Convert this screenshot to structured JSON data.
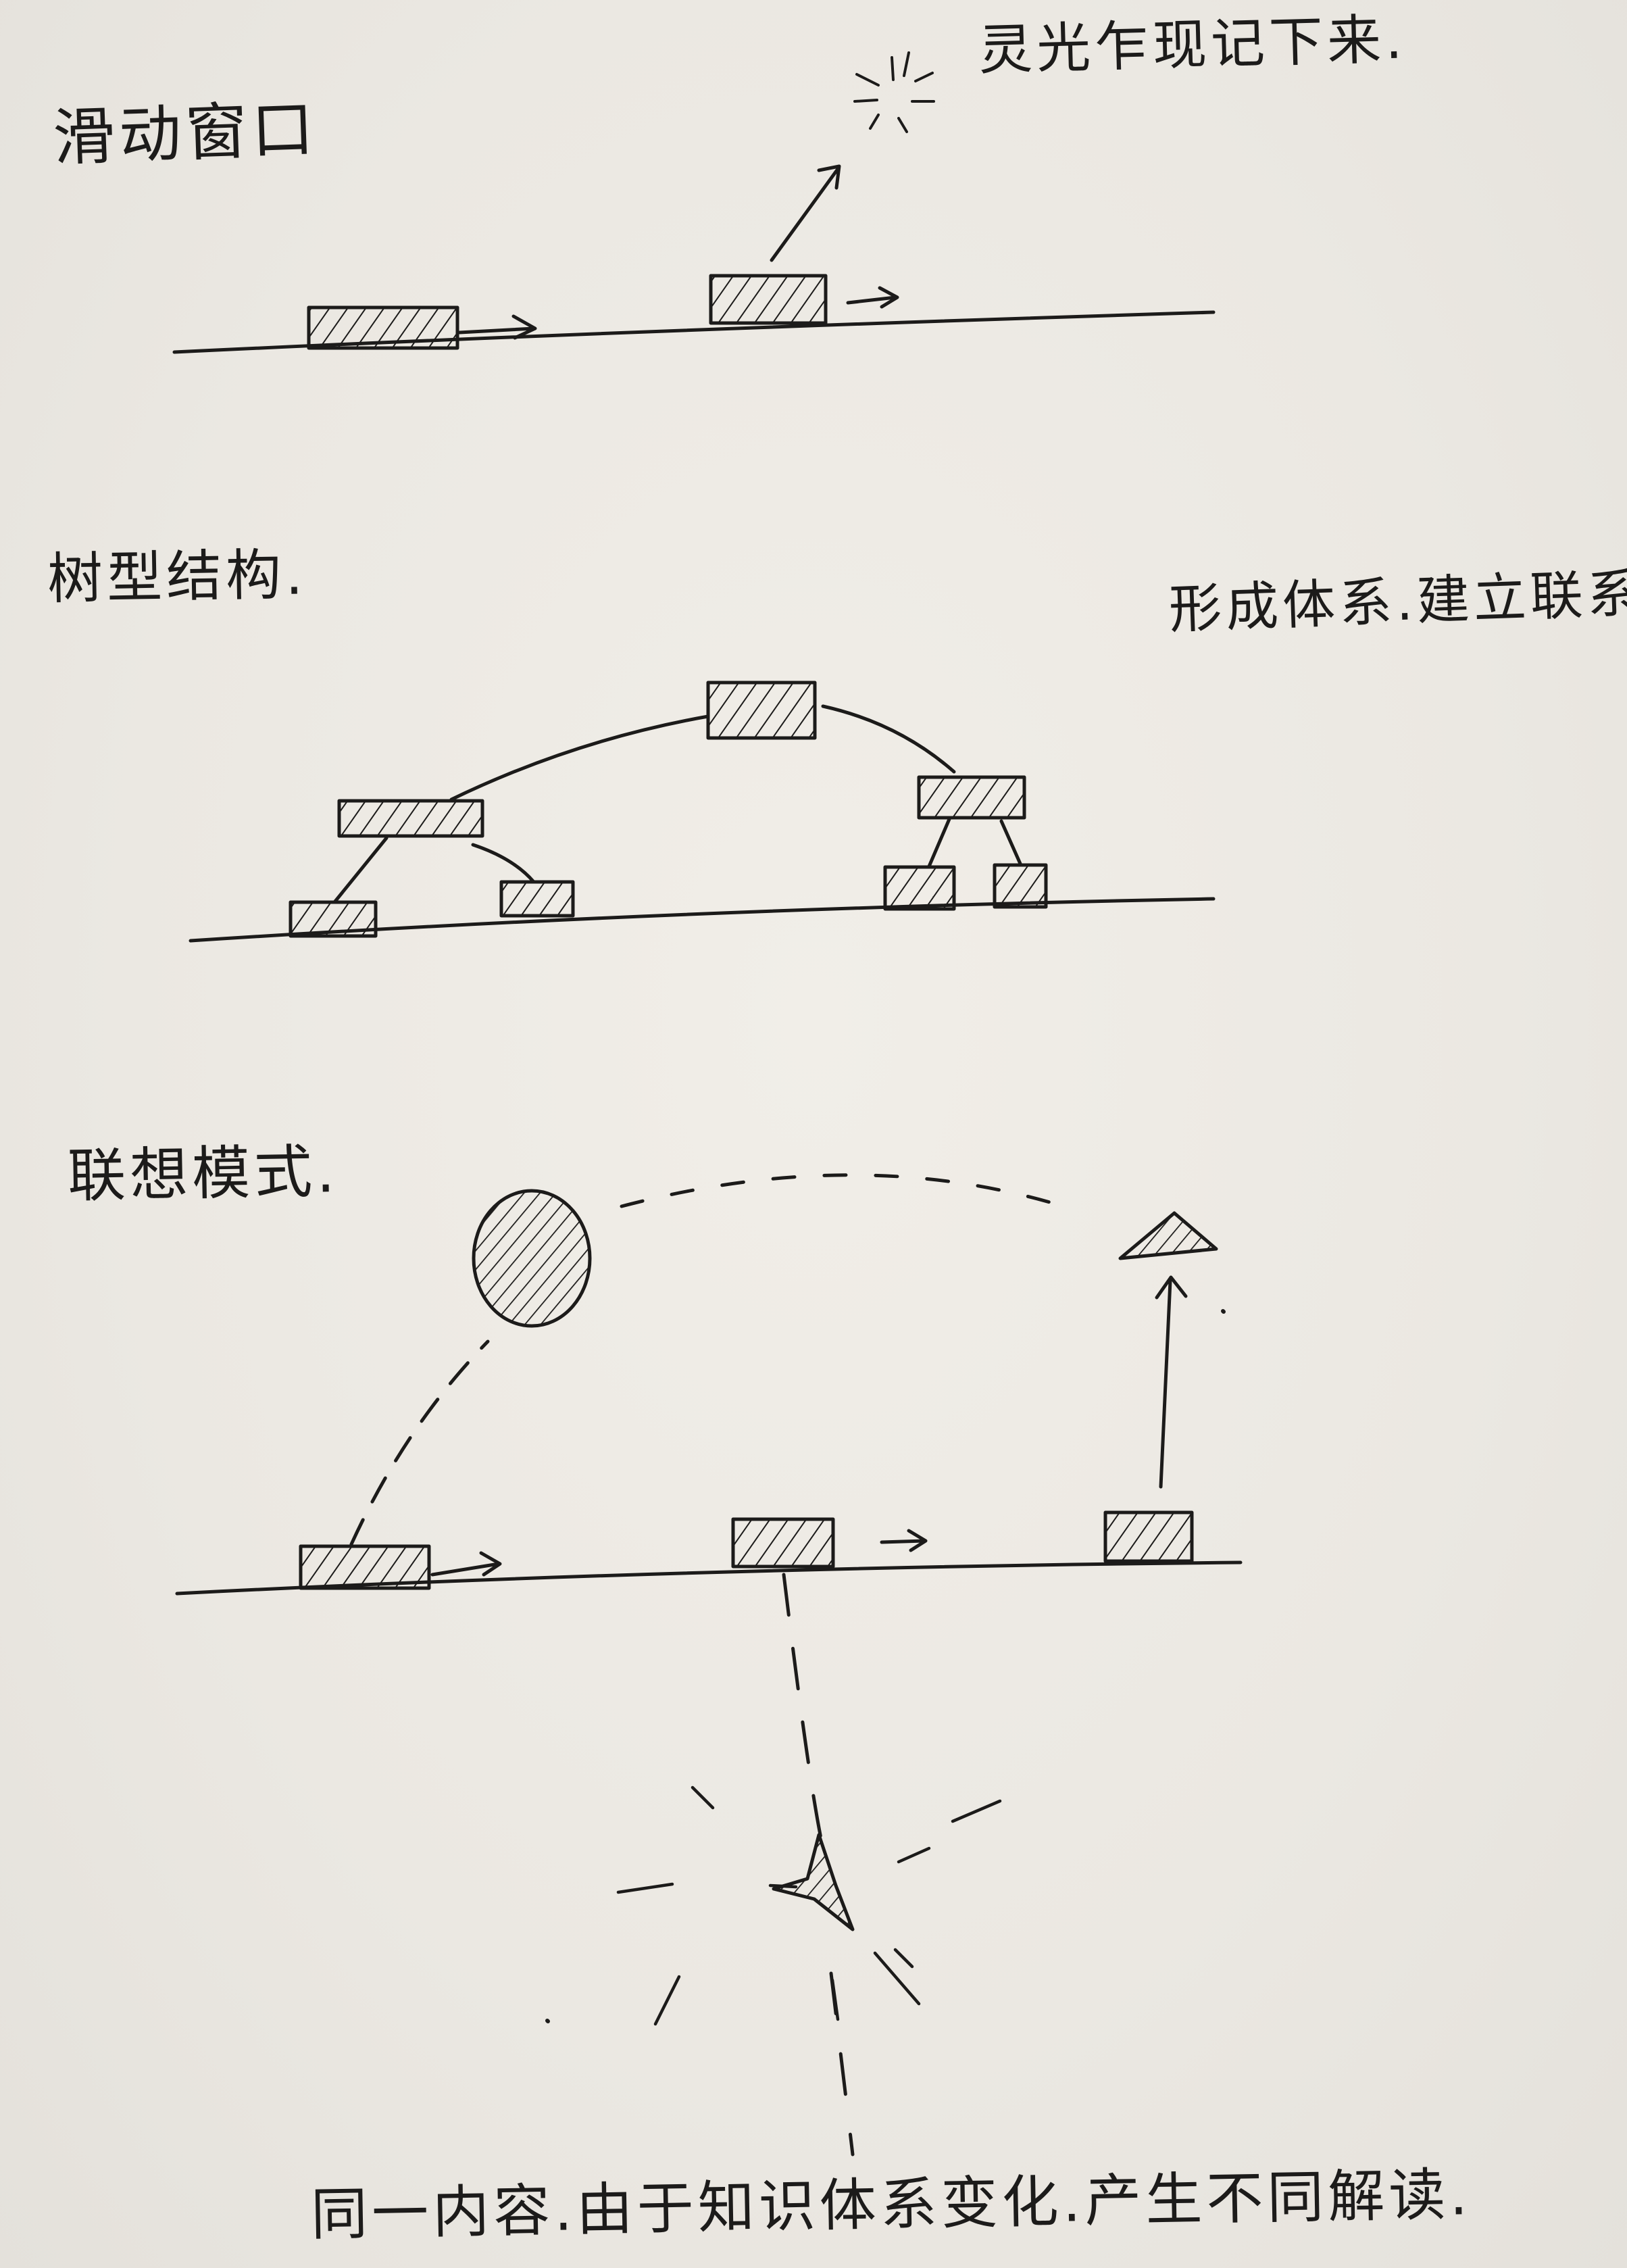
{
  "sections": {
    "sliding_window": {
      "title": "滑动窗口",
      "note": "灵光乍现记下来."
    },
    "tree_structure": {
      "title": "树型结构.",
      "note": "形成体系.建立联系."
    },
    "association_mode": {
      "title": "联想模式.",
      "note": "同一内容.由于知识体系变化.产生不同解读."
    }
  },
  "colors": {
    "ink": "#1c1b1a",
    "paper": "#ebe8e2"
  }
}
